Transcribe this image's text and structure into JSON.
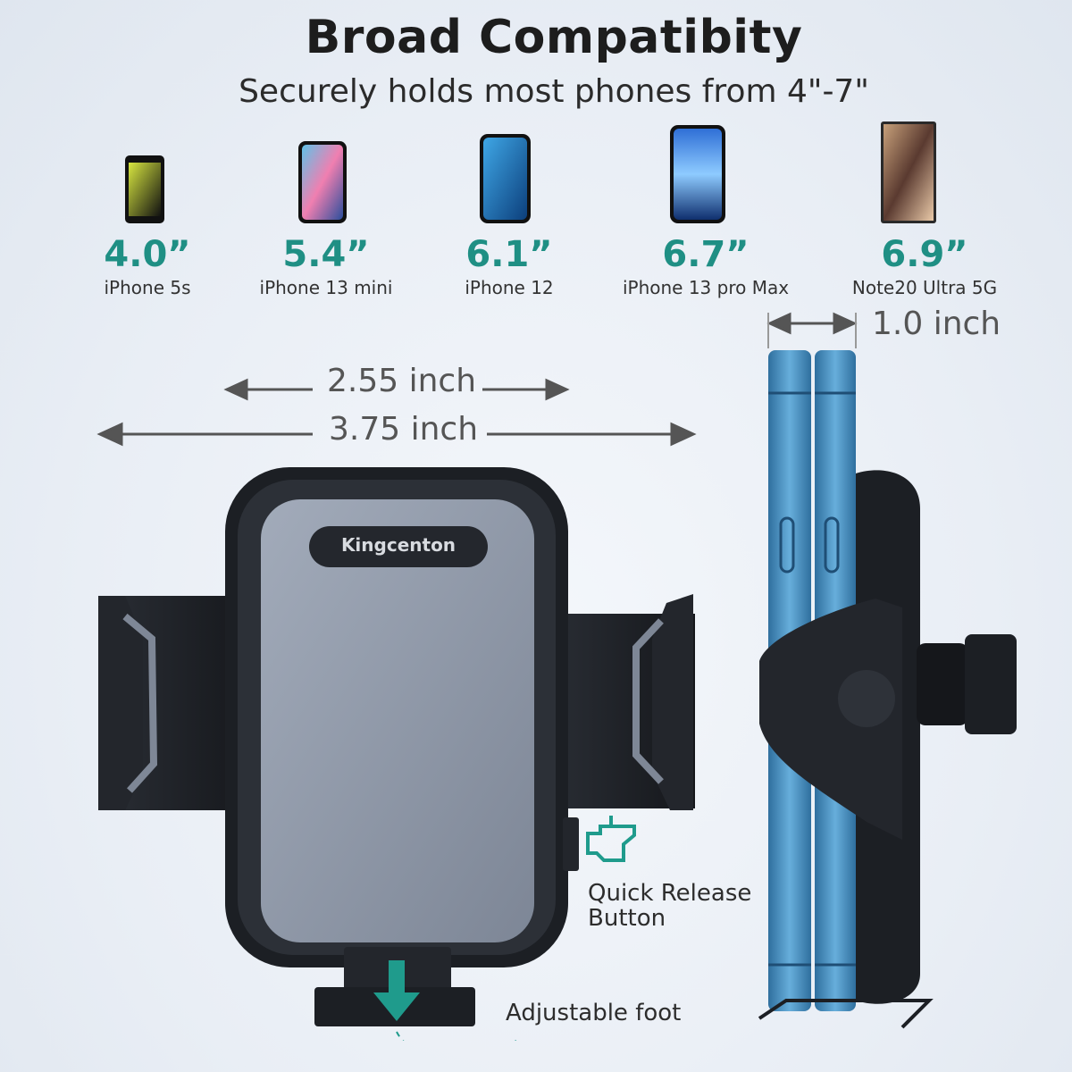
{
  "header": {
    "title": "Broad Compatibity",
    "subtitle": "Securely holds most phones  from 4\"-7\""
  },
  "phones": [
    {
      "size": "4.0”",
      "model": "iPhone 5s"
    },
    {
      "size": "5.4”",
      "model": "iPhone 13 mini"
    },
    {
      "size": "6.1”",
      "model": "iPhone 12"
    },
    {
      "size": "6.7”",
      "model": "iPhone 13 pro Max"
    },
    {
      "size": "6.9”",
      "model": "Note20 Ultra 5G"
    }
  ],
  "dimensions": {
    "inner_width": "2.55 inch",
    "outer_width": "3.75 inch",
    "depth": "1.0 inch"
  },
  "brand": "Kingcenton",
  "callouts": {
    "quick_release": "Quick Release\nButton",
    "quick_release_line1": "Quick Release",
    "quick_release_line2": "Button",
    "adjustable_foot": "Adjustable foot"
  },
  "colors": {
    "accent_teal": "#1f8f84",
    "holder_dark": "#1c1f24",
    "holder_face": "#8e97a6",
    "phone_blue": "#4b8fc0"
  }
}
